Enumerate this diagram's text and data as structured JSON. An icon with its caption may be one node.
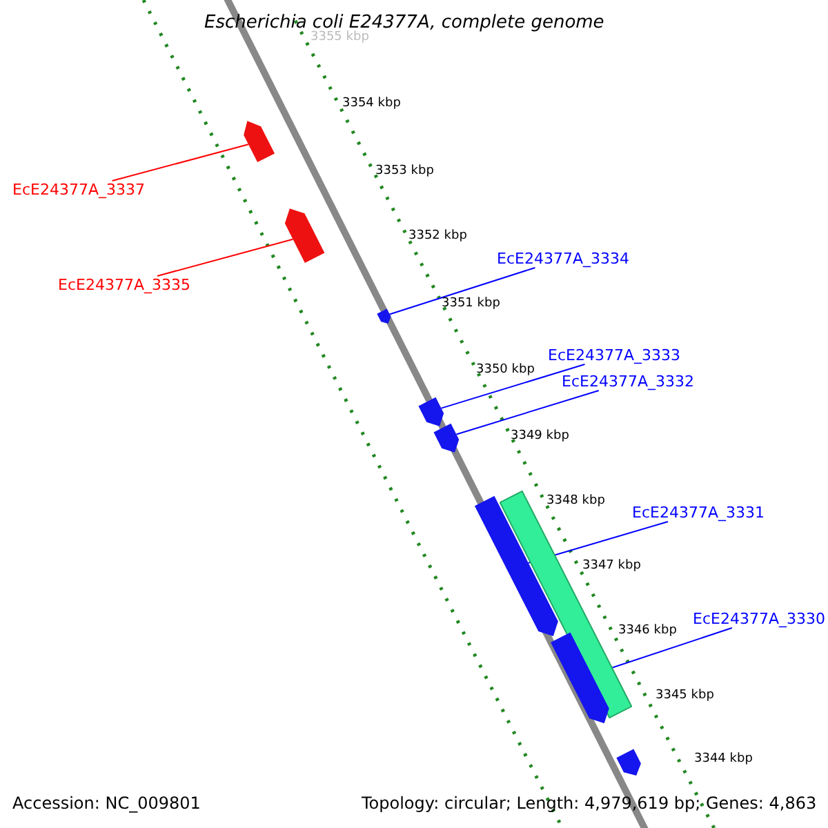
{
  "diagram": {
    "title": "Escherichia coli E24377A, complete genome",
    "nodes": [
      {
        "text": [
          "EcE24377A_3337"
        ]
      },
      {
        "text": [
          "EcE24377A_3335"
        ]
      },
      {
        "text": [
          "EcE24377A_3334"
        ]
      },
      {
        "text": [
          "EcE24377A_3333"
        ]
      },
      {
        "text": [
          "EcE24377A_3332"
        ]
      },
      {
        "text": [
          "EcE24377A_3331"
        ]
      },
      {
        "text": [
          "EcE24377A_3330"
        ]
      },
      {
        "text": [],
        "shape": "arrow"
      },
      {
        "text": [],
        "shape": "arrow"
      },
      {
        "text": [],
        "shape": "arrow"
      },
      {
        "text": [],
        "shape": "arrow"
      },
      {
        "text": [],
        "shape": "arrow"
      },
      {
        "text": [],
        "shape": "arrow"
      },
      {
        "text": [],
        "shape": "bar"
      },
      {
        "text": [],
        "shape": "arrow"
      },
      {
        "text": [],
        "shape": "arrow"
      }
    ],
    "edges": [
      {
        "from": 0,
        "to": 7,
        "arrow": "none",
        "color": "#ff0000"
      },
      {
        "from": 1,
        "to": 8,
        "arrow": "none",
        "color": "#ff0000"
      },
      {
        "from": 2,
        "to": 9,
        "arrow": "none"
      },
      {
        "from": 3,
        "to": 10,
        "arrow": "none"
      },
      {
        "from": 4,
        "to": 11,
        "arrow": "none"
      },
      {
        "from": 5,
        "to": 12,
        "arrow": "none"
      },
      {
        "from": 6,
        "to": 14,
        "arrow": "none"
      }
    ],
    "labels": [
      "3355 kbp",
      "3354 kbp",
      "3353 kbp",
      "3352 kbp",
      "3351 kbp",
      "3350 kbp",
      "3349 kbp",
      "3348 kbp",
      "3347 kbp",
      "3346 kbp",
      "3345 kbp",
      "3344 kbp",
      "Accession: NC_009801",
      "Topology: circular; Length: 4,979,619 bp; Genes: 4,863"
    ]
  }
}
